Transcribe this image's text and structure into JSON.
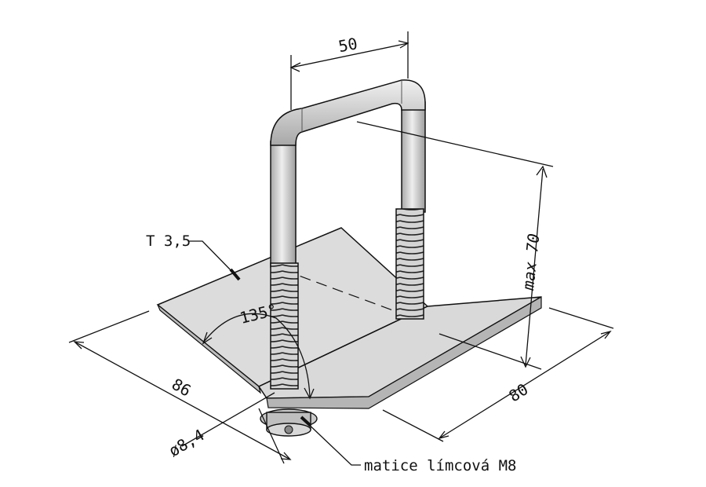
{
  "dimensions": {
    "top_width": "50",
    "height": "max 70",
    "length_left": "86",
    "length_right": "80",
    "angle": "135°",
    "hole_diameter": "ø8,4"
  },
  "labels": {
    "thickness": "T 3,5",
    "nut": "matice límcová M8"
  },
  "colors": {
    "metal": "#d9d9d9",
    "metal_dark": "#b9b9b9",
    "line": "#111111"
  }
}
